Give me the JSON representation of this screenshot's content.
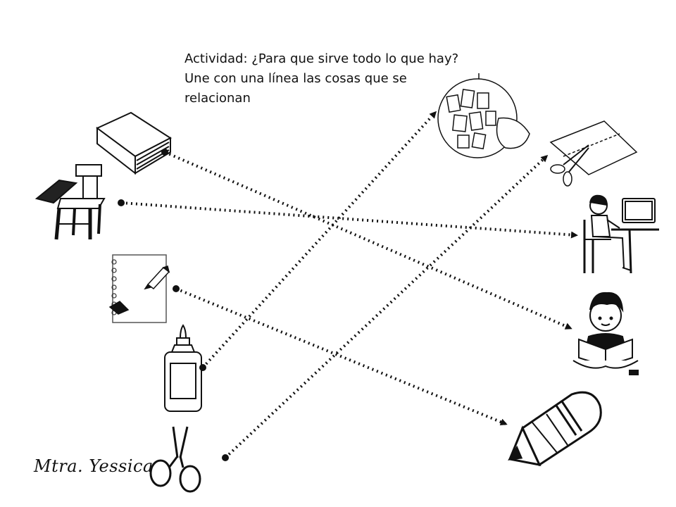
{
  "activity": {
    "line1": "Actividad: ¿Para que sirve todo lo que hay?",
    "line2": "Une con una línea  las cosas que se",
    "line3": "relacionan"
  },
  "signature": "Mtra. Yessica",
  "left_items": [
    "book-icon",
    "school-desk-icon",
    "notebook-icon",
    "glue-bottle-icon",
    "scissors-icon"
  ],
  "right_items": [
    "pinata-craft-icon",
    "cut-paper-icon",
    "student-at-computer-icon",
    "child-reading-icon",
    "pencil-icon"
  ],
  "connections": [
    {
      "from": "book-icon",
      "to": "child-reading-icon"
    },
    {
      "from": "school-desk-icon",
      "to": "student-at-computer-icon"
    },
    {
      "from": "notebook-icon",
      "to": "pencil-icon"
    },
    {
      "from": "glue-bottle-icon",
      "to": "pinata-craft-icon"
    },
    {
      "from": "scissors-icon",
      "to": "cut-paper-icon"
    }
  ],
  "colors": {
    "ink": "#111111",
    "paper": "#ffffff"
  }
}
